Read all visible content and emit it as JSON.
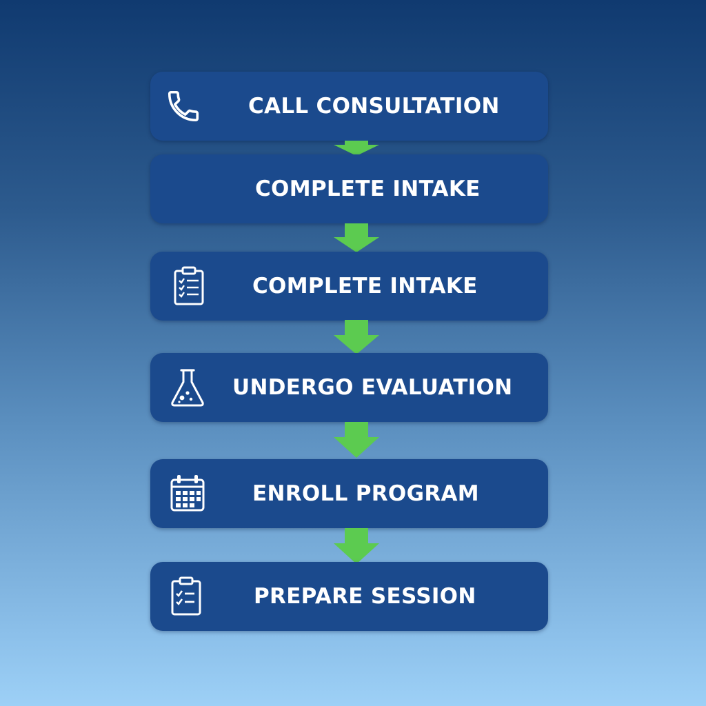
{
  "steps": [
    {
      "label": "CALL CONSULTATION",
      "icon": "phone-icon"
    },
    {
      "label": "COMPLETE INTAKE",
      "icon": null
    },
    {
      "label": "COMPLETE INTAKE",
      "icon": "clipboard-checklist-icon"
    },
    {
      "label": "UNDERGO EVALUATION",
      "icon": "lab-flask-icon"
    },
    {
      "label": "ENROLL PROGRAM",
      "icon": "calendar-icon"
    },
    {
      "label": "PREPARE SESSION",
      "icon": "clipboard-check-icon"
    }
  ],
  "colors": {
    "box": "#1b4a8d",
    "text": "#ffffff",
    "arrow": "#5ccb50",
    "background_top": "#103a70",
    "background_bottom": "#9dd0f6"
  }
}
